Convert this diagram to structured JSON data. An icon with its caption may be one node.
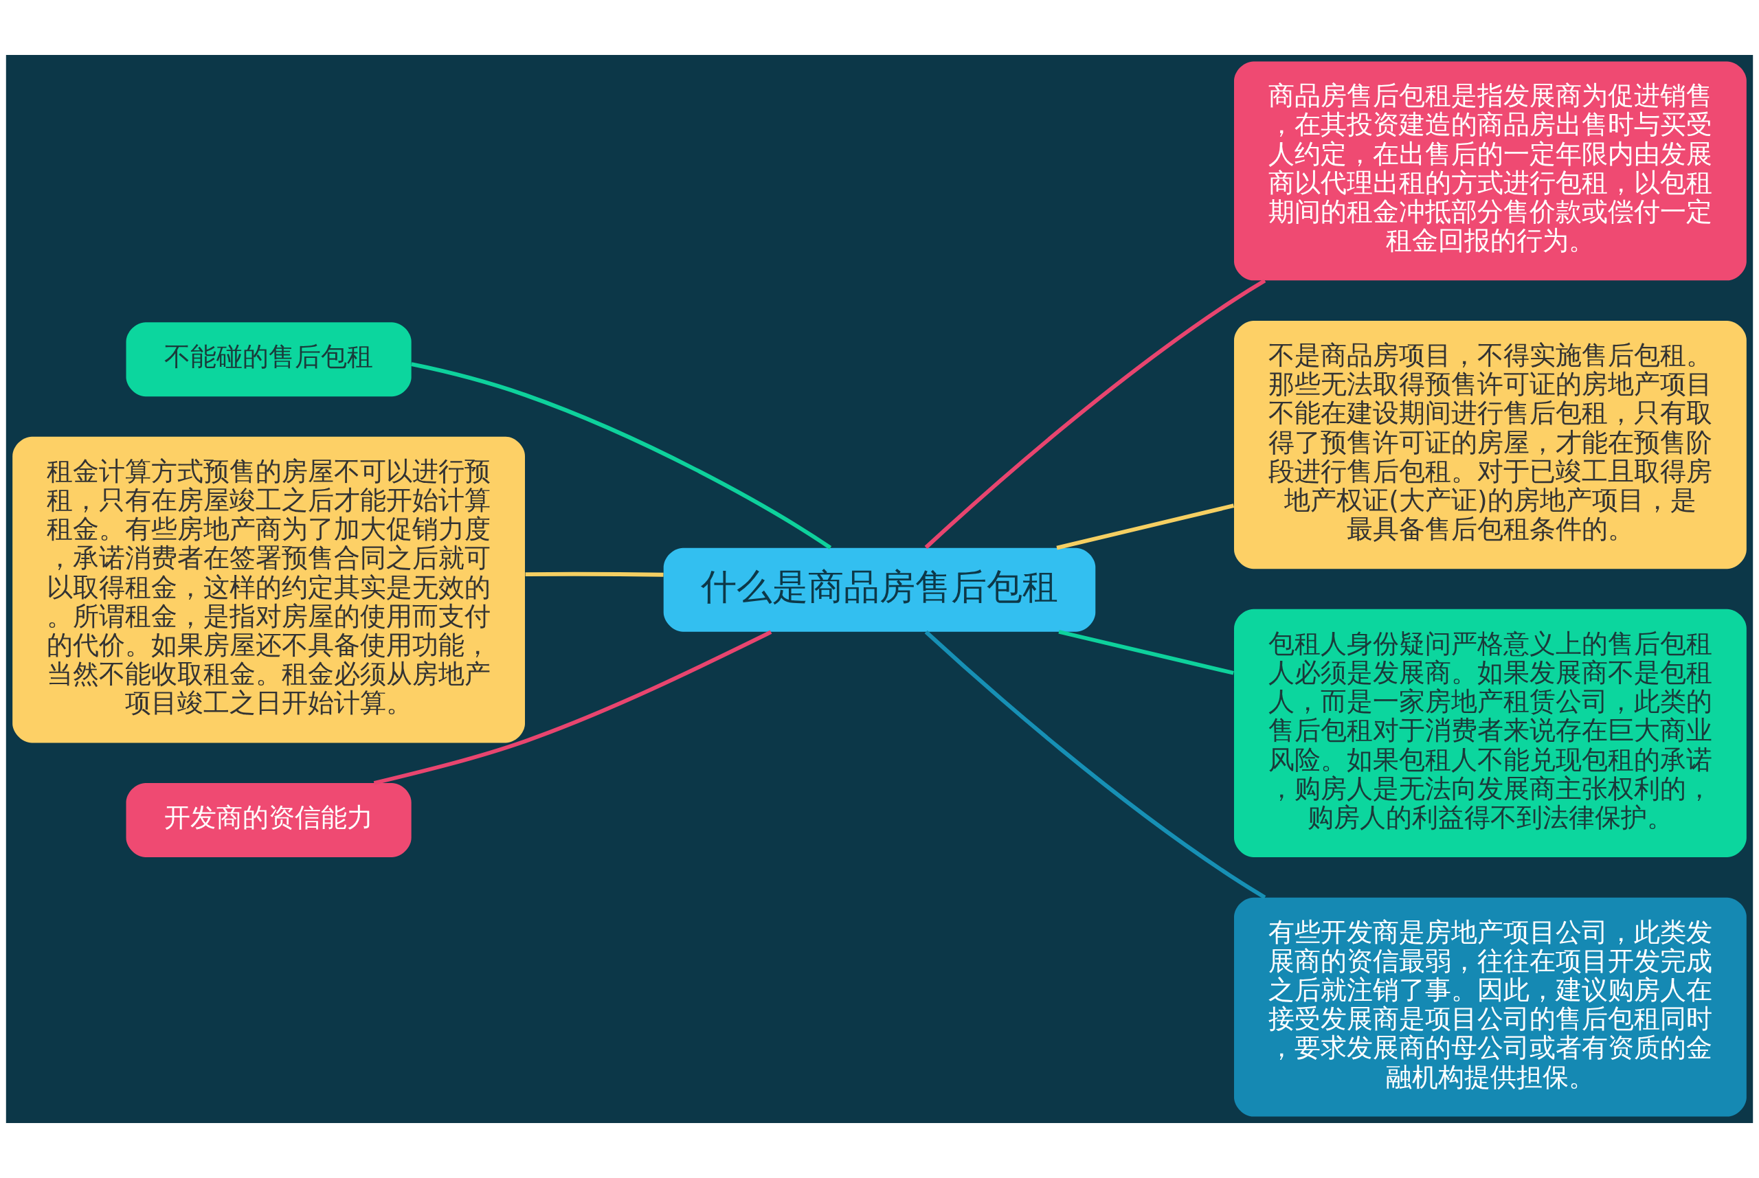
{
  "diagram": {
    "nodes": [
      {
        "text": [
          "什么是商品房售后包租"
        ]
      },
      {
        "text": [
          "商品房售后包租是指发展商为促进销售，在其投资建造的商品房出售时与买受人约定，在出售后的一定年限内由发展商以代理出租的方式进行包租，以包租期间的租金冲抵部分售价款或偿付一定租金回报的行为。"
        ]
      },
      {
        "text": [
          "不是商品房项目，不得实施售后包租。那些无法取得预售许可证的房地产项目不能在建设期间进行售后包租，只有取得了预售许可证的房屋，才能在预售阶段进行售后包租。对于已竣工且取得房地产权证(大产证)的房地产项目，是最具备售后包租条件的。"
        ]
      },
      {
        "text": [
          "包租人身份疑问严格意义上的售后包租人必须是发展商。如果发展商不是包租人，而是一家房地产租赁公司，此类的售后包租对于消费者来说存在巨大商业风险。如果包租人不能兑现包租的承诺，购房人是无法向发展商主张权利的，购房人的利益得不到法律保护。"
        ]
      },
      {
        "text": [
          "有些开发商是房地产项目公司，此类发展商的资信最弱，往往在项目开发完成之后就注销了事。因此，建议购房人在接受发展商是项目公司的售后包租同时，要求发展商的母公司或者有资质的金融机构提供担保。"
        ]
      },
      {
        "text": [
          "不能碰的售后包租"
        ]
      },
      {
        "text": [
          "租金计算方式预售的房屋不可以进行预租，只有在房屋竣工之后才能开始计算租金。有些房地产商为了加大促销力度，承诺消费者在签署预售合同之后就可以取得租金，这样的约定其实是无效的。所谓租金，是指对房屋的使用而支付的代价。如果房屋还不具备使用功能，当然不能收取租金。租金必须从房地产项目竣工之日开始计算。"
        ]
      },
      {
        "text": [
          "开发商的资信能力"
        ]
      }
    ],
    "edges": [
      {
        "from": 0,
        "to": 1,
        "arrow": "none",
        "color": "#e8456f"
      },
      {
        "from": 0,
        "to": 2,
        "arrow": "none",
        "color": "#f5cf62"
      },
      {
        "from": 0,
        "to": 3,
        "arrow": "none",
        "color": "#0ed19c"
      },
      {
        "from": 0,
        "to": 4,
        "arrow": "none",
        "color": "#1790b5"
      },
      {
        "from": 0,
        "to": 5,
        "arrow": "none",
        "color": "#0ed19c"
      },
      {
        "from": 0,
        "to": 6,
        "arrow": "none",
        "color": "#f5cf62"
      },
      {
        "from": 0,
        "to": 7,
        "arrow": "none",
        "color": "#e8456f"
      }
    ]
  }
}
